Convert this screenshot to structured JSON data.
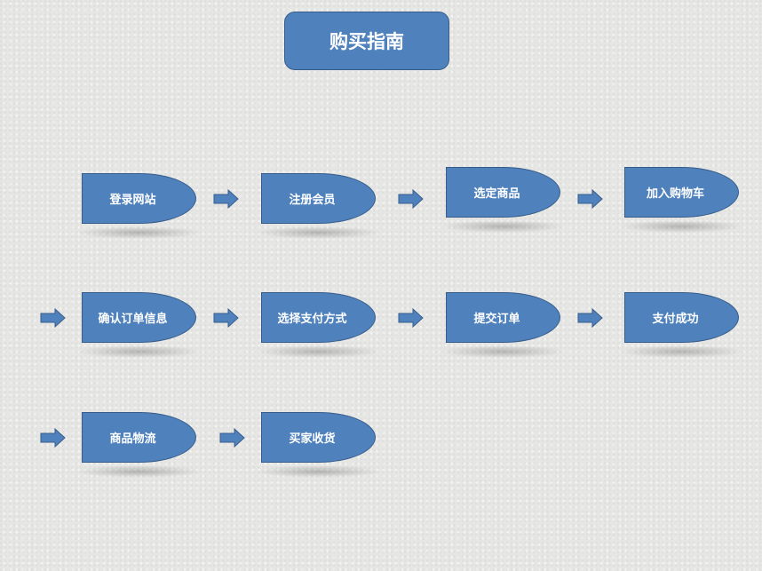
{
  "title": "购买指南",
  "steps": [
    "登录网站",
    "注册会员",
    "选定商品",
    "加入购物车",
    "确认订单信息",
    "选择支付方式",
    "提交订单",
    "支付成功",
    "商品物流",
    "买家收货"
  ],
  "colors": {
    "fill": "#4f81bd",
    "border": "#385d8a"
  }
}
